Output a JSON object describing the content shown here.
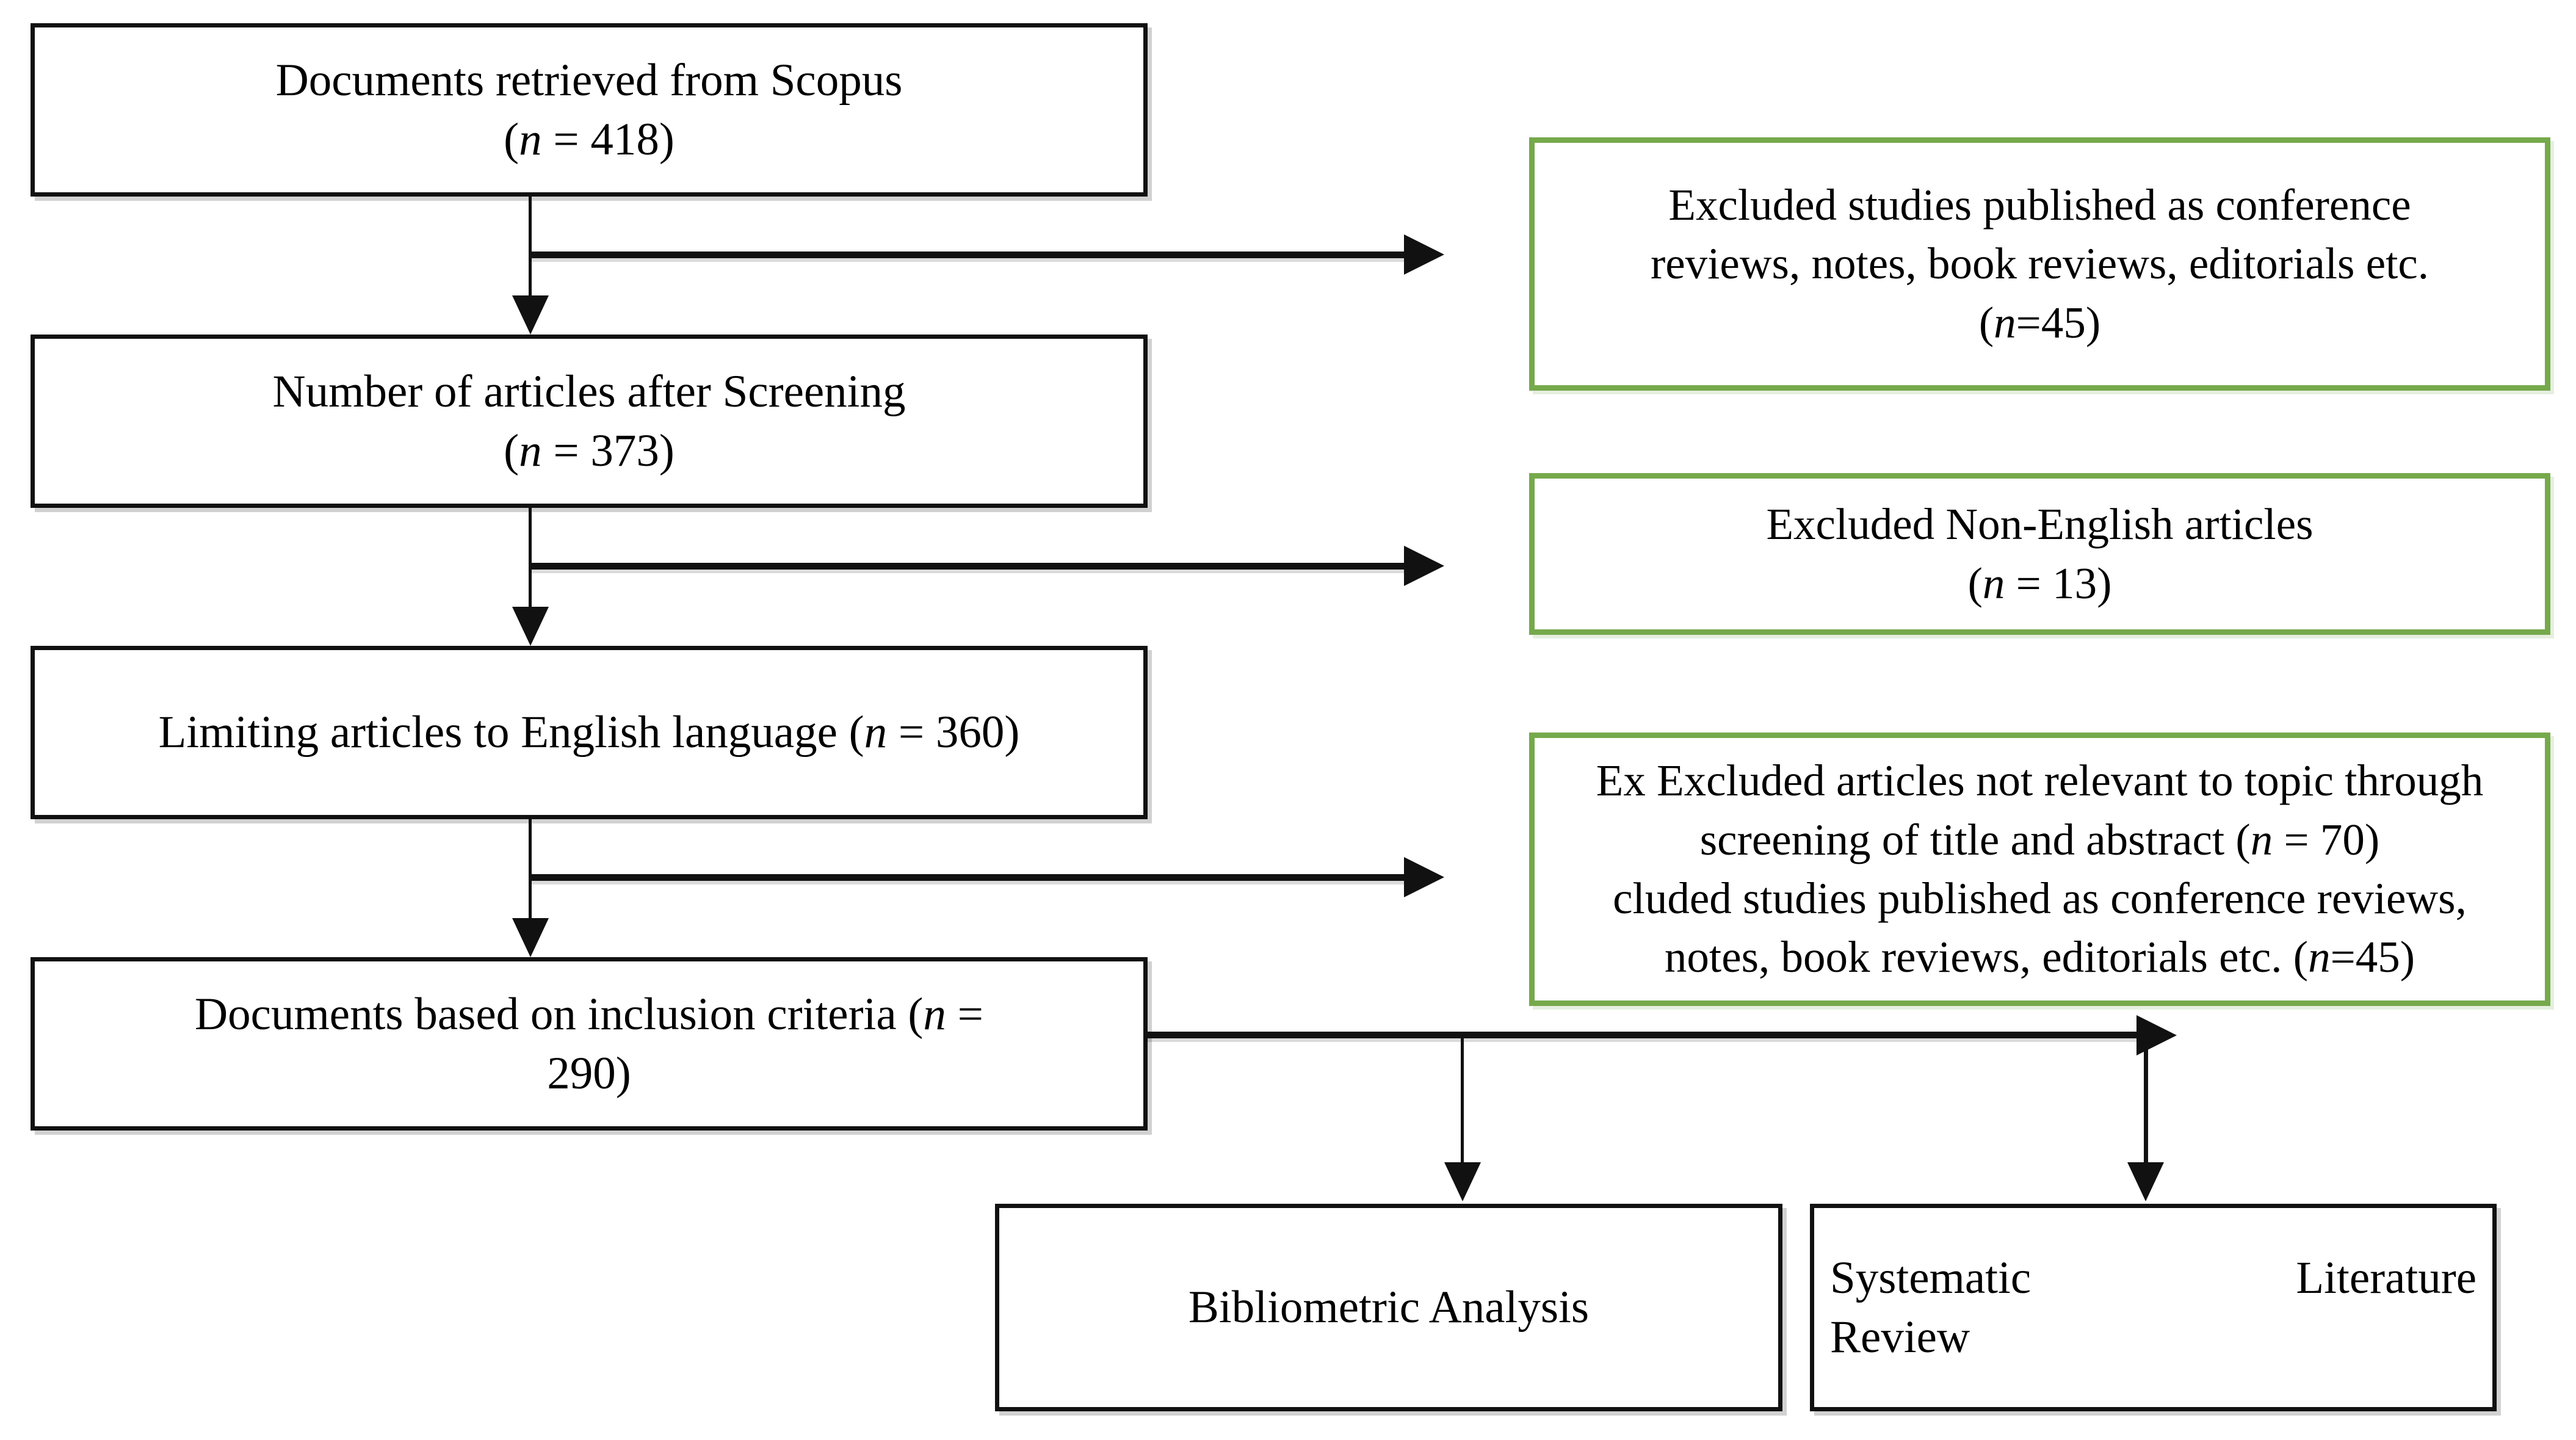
{
  "diagram": {
    "title": "PRISMA study selection flow diagram",
    "type": "flowchart",
    "colors": {
      "box_border_black": "#111111",
      "box_border_green": "#76a94b",
      "background": "#ffffff",
      "text": "#000000"
    }
  },
  "flow_boxes": [
    {
      "id": "retrieved",
      "line1": "Documents retrieved from Scopus",
      "line2_prefix": "(",
      "line2_italic": "n",
      "line2_suffix": " = 418)",
      "n": 418
    },
    {
      "id": "after-screening",
      "line1": "Number of articles after Screening",
      "line2_prefix": "(",
      "line2_italic": "n",
      "line2_suffix": " = 373)",
      "n": 373
    },
    {
      "id": "english-language",
      "line1_prefix": "Limiting articles to English language (",
      "line1_italic": "n",
      "line1_suffix": " = 360)",
      "n": 360
    },
    {
      "id": "inclusion-criteria",
      "line1_prefix": "Documents based on inclusion criteria (",
      "line1_italic": "n",
      "line1_suffix": " =",
      "line2": "290)",
      "n": 290
    }
  ],
  "exclusion_boxes": [
    {
      "id": "excluded-doc-types",
      "line1": "Excluded studies published as conference",
      "line2": "reviews, notes, book reviews, editorials etc.",
      "line3_prefix": "(",
      "line3_italic": "n",
      "line3_suffix": "=45)",
      "n": 45
    },
    {
      "id": "excluded-non-english",
      "line1": "Excluded Non-English articles",
      "line2_prefix": "(",
      "line2_italic": "n",
      "line2_suffix": " = 13)",
      "n": 13
    },
    {
      "id": "excluded-not-relevant",
      "line1": "Ex Excluded articles not relevant to topic through",
      "line2_prefix": "screening of title and abstract (",
      "line2_italic": "n",
      "line2_suffix": " = 70)",
      "line3": "cluded studies published as conference reviews,",
      "line4_prefix": "notes, book reviews, editorials etc. (",
      "line4_italic": "n",
      "line4_suffix": "=45)",
      "n_relevant": 70,
      "n_types": 45
    }
  ],
  "outcome_boxes": [
    {
      "id": "bibliometric-analysis",
      "label": "Bibliometric Analysis"
    },
    {
      "id": "systematic-literature-review",
      "line1_left": "Systematic",
      "line1_right": "Literature",
      "line2": "Review"
    }
  ]
}
